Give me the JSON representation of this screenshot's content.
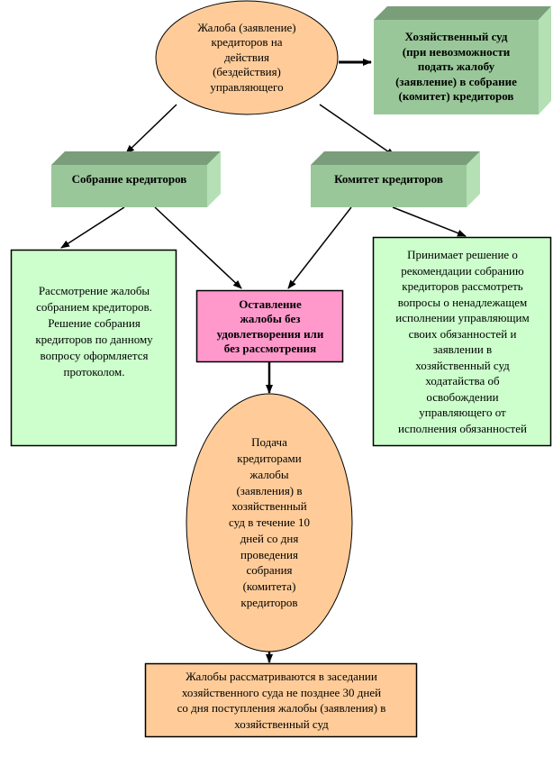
{
  "colors": {
    "ellipse_fill": "#FFCC99",
    "box3d_front": "#99C799",
    "box3d_top": "#7A9E7A",
    "box3d_side": "#B5E0B5",
    "light_green_fill": "#CCFFCC",
    "pink_fill": "#FF99CC",
    "orange_box_fill": "#FFCC99",
    "stroke": "#000000"
  },
  "nodes": {
    "complaint": {
      "shape": "ellipse",
      "text": "Жалоба (заявление)\nкредиторов на\nдействия\n(бездействия)\nуправляющего"
    },
    "commercial_court": {
      "shape": "box-3d",
      "text": "Хозяйственный суд\n(при невозможности\nподать жалобу\n(заявление) в собрание\n(комитет) кредиторов"
    },
    "creditors_meeting": {
      "shape": "box-3d",
      "text": "Собрание кредиторов"
    },
    "creditors_committee": {
      "shape": "box-3d",
      "text": "Комитет кредиторов"
    },
    "meeting_review": {
      "shape": "rectangle",
      "text": "Рассмотрение жалобы\nсобранием кредиторов.\nРешение собрания\nкредиторов по данному\nвопросу оформляется\nпротоколом."
    },
    "rejection": {
      "shape": "rectangle",
      "text": "Оставление\nжалобы без\nудовлетворения или\nбез рассмотрения"
    },
    "committee_decision": {
      "shape": "rectangle",
      "text": "Принимает решение о\nрекомендации собранию\nкредиторов рассмотреть\nвопросы о ненадлежащем\nисполнении управляющим\nсвоих обязанностей и\nзаявлении в\nхозяйственный суд\nходатайства об\nосвобождении\nуправляющего  от\nисполнения обязанностей"
    },
    "court_filing": {
      "shape": "ellipse",
      "text": "Подача\nкредиторами\nжалобы\n(заявления) в\nхозяйственный\nсуд в течение 10\nдней со дня\nпроведения\nсобрания\n(комитета)\nкредиторов"
    },
    "court_review": {
      "shape": "rectangle",
      "text": "Жалобы рассматриваются в заседании\nхозяйственного суда не позднее 30 дней\nсо дня поступления жалобы (заявления) в\nхозяйственный суд"
    }
  },
  "edges": [
    {
      "from": "complaint",
      "to": "commercial_court"
    },
    {
      "from": "complaint",
      "to": "creditors_meeting"
    },
    {
      "from": "complaint",
      "to": "creditors_committee"
    },
    {
      "from": "creditors_meeting",
      "to": "meeting_review"
    },
    {
      "from": "creditors_meeting",
      "to": "rejection"
    },
    {
      "from": "creditors_committee",
      "to": "rejection"
    },
    {
      "from": "creditors_committee",
      "to": "committee_decision"
    },
    {
      "from": "rejection",
      "to": "court_filing"
    },
    {
      "from": "court_filing",
      "to": "court_review"
    }
  ]
}
